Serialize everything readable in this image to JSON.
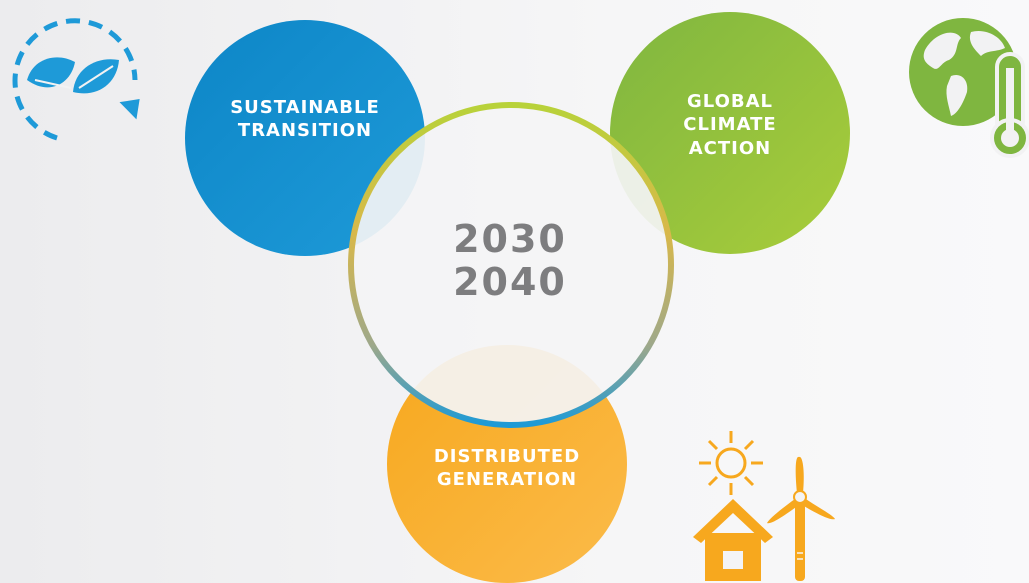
{
  "circles": {
    "sustainable": {
      "line1": "SUSTAINABLE",
      "line2": "TRANSITION",
      "color": "#0d86c7"
    },
    "global": {
      "line1": "GLOBAL",
      "line2": "CLIMATE",
      "line3": "ACTION",
      "color": "#8cbf3f"
    },
    "distributed": {
      "line1": "DISTRIBUTED",
      "line2": "GENERATION",
      "color": "#f7a81e"
    }
  },
  "center": {
    "year1": "2030",
    "year2": "2040"
  },
  "icons": {
    "top_left": "leaf-cycle-icon",
    "top_right": "globe-thermometer-icon",
    "bottom_right": "house-solar-wind-icon"
  }
}
